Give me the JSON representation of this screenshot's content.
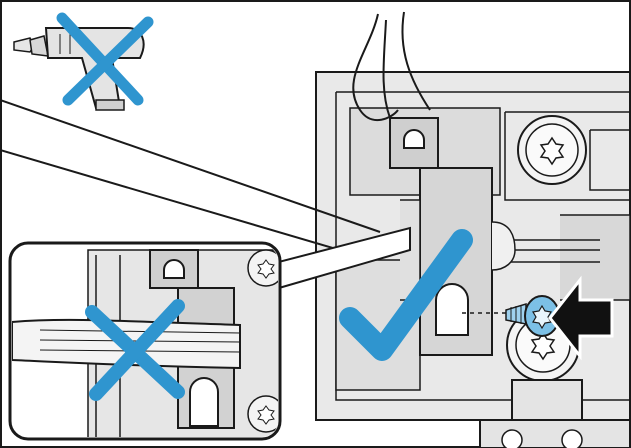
{
  "figure": {
    "kind": "installation-instruction-illustration",
    "elements": {
      "no_screw_gun": {
        "icon": "cordless-screwdriver-icon",
        "status": "not-allowed",
        "mark": "cross-icon"
      },
      "correct_assembly": {
        "status": "correct",
        "mark": "check-icon"
      },
      "wrong_assembly_detail": {
        "status": "wrong",
        "mark": "cross-icon"
      },
      "direction": {
        "icon": "arrow-left-icon"
      },
      "screw": {
        "icon": "screw-icon"
      }
    }
  },
  "colors": {
    "line": "#1a1a1a",
    "panel": "#e9e9e9",
    "panel_dark": "#c9c9c9",
    "bracket": "#d6d6d6",
    "accent_blue": "#2f95cf",
    "arrow_black": "#111111",
    "screw_blue": "#7cc0e6",
    "background": "#ffffff"
  }
}
